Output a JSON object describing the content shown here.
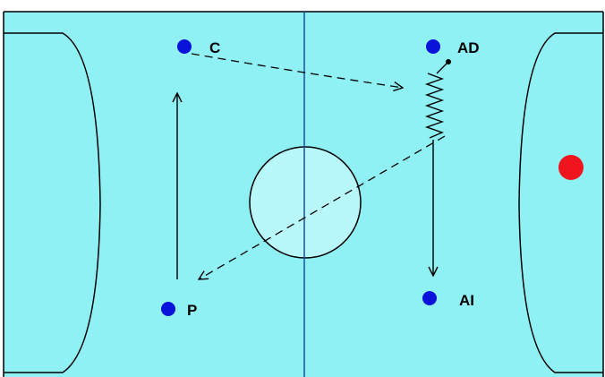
{
  "court": {
    "background": "#8ff1f4",
    "line_color": "#000000",
    "center_line_color": "#1a4fa8",
    "circle_fill": "#b8f8fb"
  },
  "players": [
    {
      "id": "C",
      "label": "C",
      "color": "#0a13d9"
    },
    {
      "id": "AD",
      "label": "AD",
      "color": "#0a13d9"
    },
    {
      "id": "P",
      "label": "P",
      "color": "#0a13d9"
    },
    {
      "id": "AI",
      "label": "AI",
      "color": "#0a13d9"
    }
  ],
  "ball": {
    "color": "#f0141e"
  },
  "actions": [
    {
      "from": "C",
      "to": "AD",
      "type": "pass",
      "style": "dashed"
    },
    {
      "from": "AD",
      "to": "AD",
      "type": "screen",
      "style": "zigzag"
    },
    {
      "from": "AD",
      "to": "AI",
      "type": "movement",
      "style": "solid"
    },
    {
      "from": "AD",
      "to": "P",
      "type": "pass",
      "style": "dashed"
    },
    {
      "from": "P",
      "to": "C",
      "type": "movement",
      "style": "solid"
    }
  ]
}
